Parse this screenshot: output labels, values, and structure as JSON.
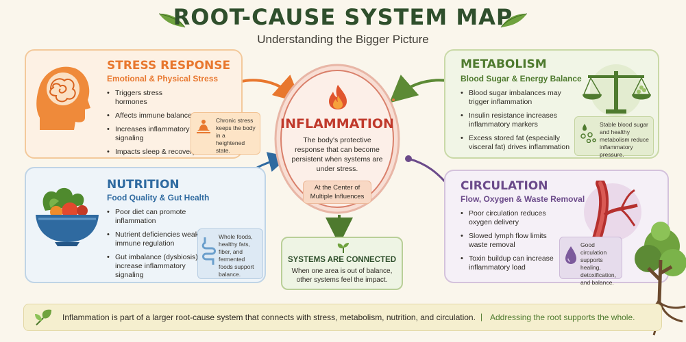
{
  "header": {
    "title": "ROOT-CAUSE SYSTEM MAP",
    "subtitle": "Understanding the Bigger Picture"
  },
  "colors": {
    "stress": "#e8772e",
    "nutrition": "#2f6aa0",
    "metabolism": "#4e7a2e",
    "circulation": "#6b4a8a",
    "center": "#c0392b",
    "dark_green": "#2f4f2c"
  },
  "stress": {
    "title": "STRESS RESPONSE",
    "subtitle": "Emotional & Physical Stress",
    "items": [
      "Triggers stress hormones",
      "Affects immune balance",
      "Increases inflammatory signaling",
      "Impacts sleep & recovery"
    ],
    "note": "Chronic stress keeps the body in a heightened state.",
    "icon": "head-stress-icon"
  },
  "nutrition": {
    "title": "NUTRITION",
    "subtitle": "Food Quality & Gut Health",
    "items": [
      "Poor diet can promote inflammation",
      "Nutrient deficiencies weaken immune regulation",
      "Gut imbalance (dysbiosis) can increase inflammatory signaling"
    ],
    "note": "Whole foods, healthy fats, fiber, and fermented foods support balance.",
    "icon": "food-bowl-icon"
  },
  "metabolism": {
    "title": "METABOLISM",
    "subtitle": "Blood Sugar & Energy Balance",
    "items": [
      "Blood sugar imbalances may trigger inflammation",
      "Insulin resistance increases inflammatory markers",
      "Excess stored fat (especially visceral fat) drives inflammation"
    ],
    "note": "Stable blood sugar and healthy metabolism reduce inflammatory pressure.",
    "icon": "balance-scale-icon"
  },
  "circulation": {
    "title": "CIRCULATION",
    "subtitle": "Flow, Oxygen & Waste Removal",
    "items": [
      "Poor circulation reduces oxygen delivery",
      "Slowed lymph flow limits waste removal",
      "Toxin buildup can increase inflammatory load"
    ],
    "note": "Good circulation supports healing, detoxification, and balance.",
    "icon": "blood-vessel-icon"
  },
  "center": {
    "title": "INFLAMMATION",
    "description": "The body's protective response that can become persistent when systems are under stress.",
    "badge_line1": "At the Center of",
    "badge_line2": "Multiple Influences",
    "icon": "flame-icon"
  },
  "connected": {
    "title": "SYSTEMS ARE CONNECTED",
    "text": "When one area is out of balance, other systems feel the impact."
  },
  "footer": {
    "text": "Inflammation is part of a larger root-cause system that connects with stress, metabolism, nutrition, and circulation.",
    "separator": "|",
    "tagline": "Addressing the root supports the whole."
  }
}
